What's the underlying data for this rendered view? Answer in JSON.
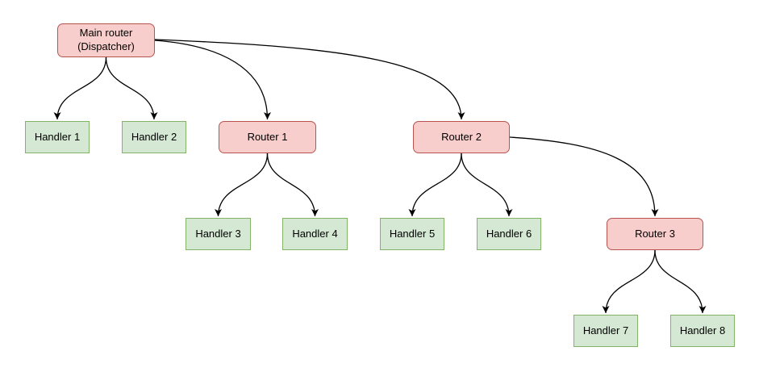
{
  "diagram": {
    "type": "flowchart",
    "nodes": [
      {
        "id": "main-router",
        "label": "Main router\n(Dispatcher)",
        "kind": "router"
      },
      {
        "id": "handler-1",
        "label": "Handler 1",
        "kind": "handler"
      },
      {
        "id": "handler-2",
        "label": "Handler 2",
        "kind": "handler"
      },
      {
        "id": "router-1",
        "label": "Router 1",
        "kind": "router"
      },
      {
        "id": "handler-3",
        "label": "Handler 3",
        "kind": "handler"
      },
      {
        "id": "handler-4",
        "label": "Handler 4",
        "kind": "handler"
      },
      {
        "id": "router-2",
        "label": "Router 2",
        "kind": "router"
      },
      {
        "id": "handler-5",
        "label": "Handler 5",
        "kind": "handler"
      },
      {
        "id": "handler-6",
        "label": "Handler 6",
        "kind": "handler"
      },
      {
        "id": "router-3",
        "label": "Router 3",
        "kind": "router"
      },
      {
        "id": "handler-7",
        "label": "Handler 7",
        "kind": "handler"
      },
      {
        "id": "handler-8",
        "label": "Handler 8",
        "kind": "handler"
      }
    ],
    "edges": [
      {
        "from": "main-router",
        "to": "handler-1"
      },
      {
        "from": "main-router",
        "to": "handler-2"
      },
      {
        "from": "main-router",
        "to": "router-1"
      },
      {
        "from": "main-router",
        "to": "router-2"
      },
      {
        "from": "router-1",
        "to": "handler-3"
      },
      {
        "from": "router-1",
        "to": "handler-4"
      },
      {
        "from": "router-2",
        "to": "handler-5"
      },
      {
        "from": "router-2",
        "to": "handler-6"
      },
      {
        "from": "router-2",
        "to": "router-3"
      },
      {
        "from": "router-3",
        "to": "handler-7"
      },
      {
        "from": "router-3",
        "to": "handler-8"
      }
    ],
    "colors": {
      "background": "#ffffff",
      "text": "#000000",
      "edge": "#000000",
      "router_fill": "#f8cecc",
      "router_border": "#b85450",
      "handler_fill": "#d5e8d4",
      "handler_border": "#82b366"
    }
  }
}
